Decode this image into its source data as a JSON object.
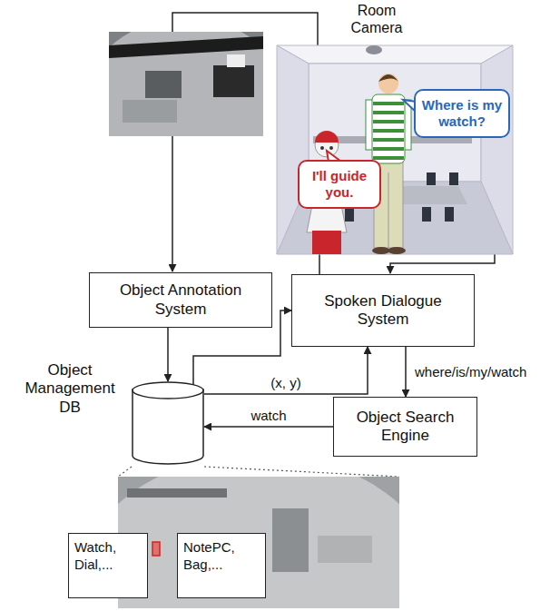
{
  "diagram": {
    "nodes": [
      {
        "text": [
          "Where is my watch?"
        ]
      },
      {
        "text": [
          "I'll guide you."
        ]
      },
      {
        "text": [
          "Object Annotation System"
        ]
      },
      {
        "text": [
          "Spoken Dialogue System"
        ]
      },
      {
        "text": [
          "Object Management DB"
        ]
      },
      {
        "text": [
          "Object Search Engine"
        ]
      },
      {
        "text": [
          "Watch, Dial,..."
        ]
      },
      {
        "text": [
          "NotePC, Bag,..."
        ]
      }
    ],
    "edges": [
      {
        "from": 2,
        "to": 4,
        "arrow": "to"
      },
      {
        "from": 4,
        "to": 3,
        "arrow": "to"
      },
      {
        "from": 4,
        "to": 3,
        "label": "(x, y)",
        "arrow": "to"
      },
      {
        "from": 3,
        "to": 5,
        "label": "where/is/my/watch",
        "arrow": "to"
      },
      {
        "from": 5,
        "to": 4,
        "label": "watch",
        "arrow": "to"
      }
    ],
    "labels": [
      "Room Camera"
    ]
  }
}
